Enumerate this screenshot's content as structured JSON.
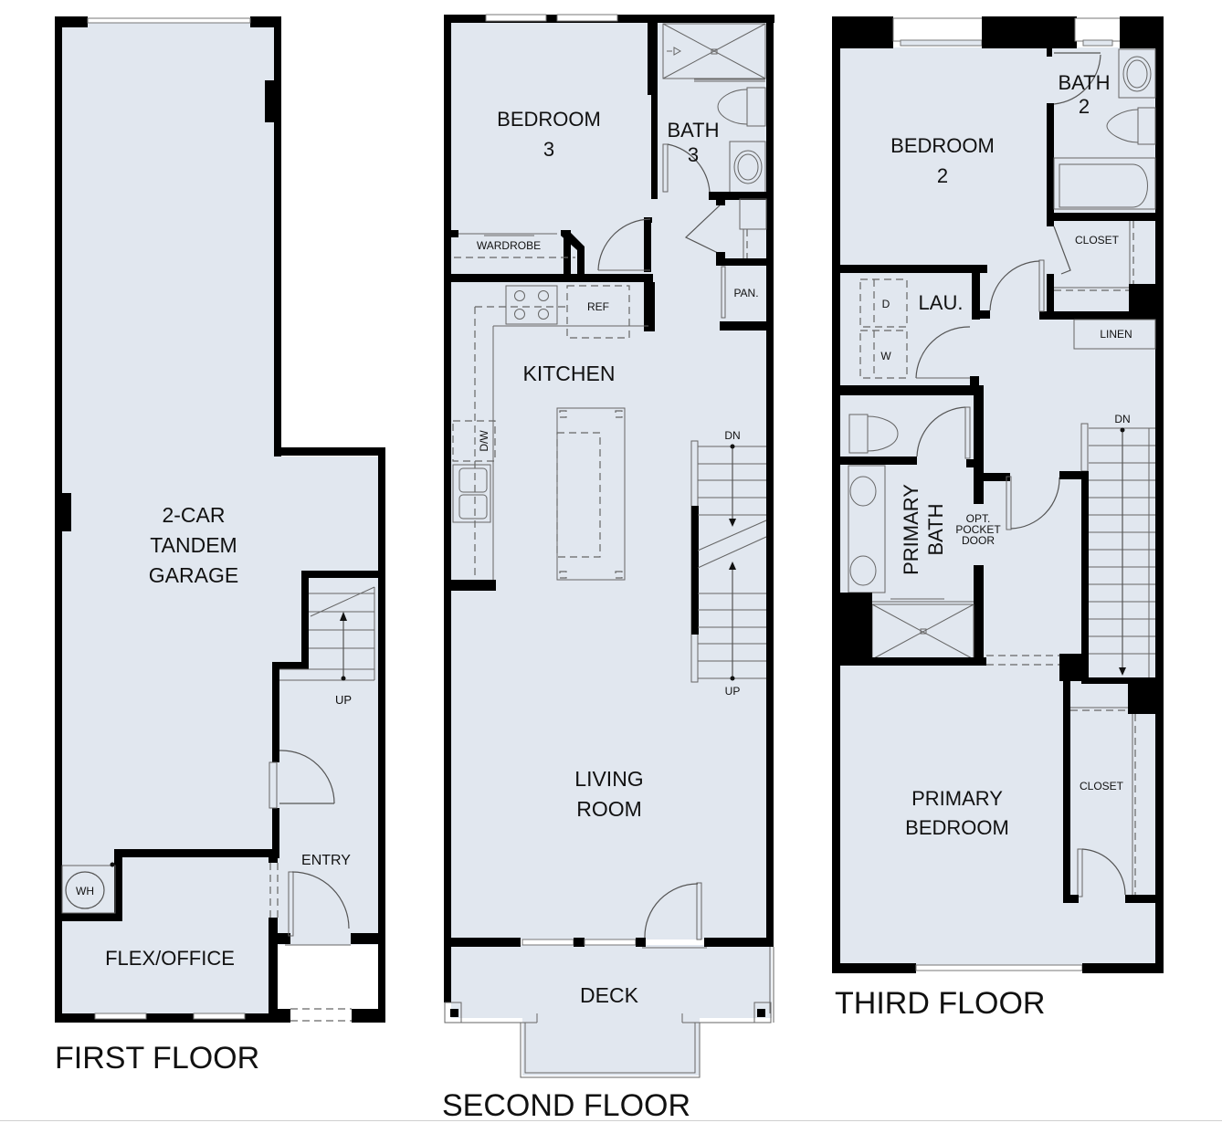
{
  "document": {
    "type": "floor-plan",
    "background": "#ffffff",
    "floor_fill": "#e1e7ef",
    "wall_color": "#000000"
  },
  "floors": [
    {
      "id": "first",
      "title": "FIRST FLOOR",
      "rooms": {
        "garage_line1": "2-CAR",
        "garage_line2": "TANDEM",
        "garage_line3": "GARAGE",
        "flex": "FLEX/OFFICE",
        "entry": "ENTRY",
        "water_heater": "WH",
        "stairs_up": "UP"
      }
    },
    {
      "id": "second",
      "title": "SECOND FLOOR",
      "rooms": {
        "bedroom_line1": "BEDROOM",
        "bedroom_line2": "3",
        "bath_line1": "BATH",
        "bath_line2": "3",
        "wardrobe": "WARDROBE",
        "pantry": "PAN.",
        "refrigerator": "REF",
        "kitchen": "KITCHEN",
        "dishwasher": "D/W",
        "stairs_down": "DN",
        "stairs_up": "UP",
        "living_line1": "LIVING",
        "living_line2": "ROOM",
        "deck": "DECK"
      }
    },
    {
      "id": "third",
      "title": "THIRD FLOOR",
      "rooms": {
        "bedroom_line1": "BEDROOM",
        "bedroom_line2": "2",
        "bath_line1": "BATH",
        "bath_line2": "2",
        "closet_upper": "CLOSET",
        "laundry": "LAU.",
        "dryer": "D",
        "washer": "W",
        "linen": "LINEN",
        "stairs_down": "DN",
        "primary_bath_line1": "PRIMARY",
        "primary_bath_line2": "BATH",
        "pocket_line1": "OPT.",
        "pocket_line2": "POCKET",
        "pocket_line3": "DOOR",
        "primary_bed_line1": "PRIMARY",
        "primary_bed_line2": "BEDROOM",
        "closet_lower": "CLOSET"
      }
    }
  ]
}
